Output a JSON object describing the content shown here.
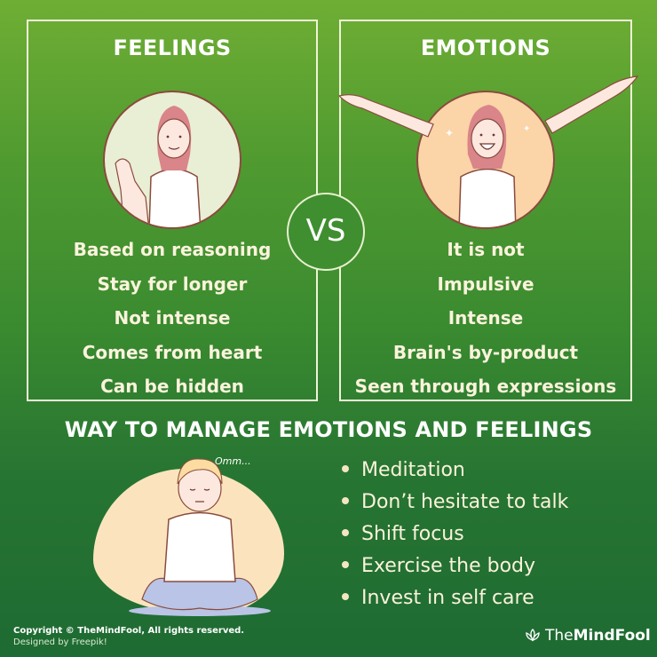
{
  "feelings": {
    "title": "FEELINGS",
    "items": [
      "Based on reasoning",
      "Stay for longer",
      "Not intense",
      "Comes from heart",
      "Can be hidden"
    ]
  },
  "vs_label": "VS",
  "emotions": {
    "title": "EMOTIONS",
    "items": [
      "It is not",
      "Impulsive",
      "Intense",
      "Brain's by-product",
      "Seen through expressions"
    ]
  },
  "manage": {
    "title": "WAY TO MANAGE EMOTIONS AND FEELINGS",
    "bubble": "Omm...",
    "tips": [
      "Meditation",
      "Don’t hesitate to talk",
      "Shift focus",
      "Exercise the body",
      "Invest in self care"
    ]
  },
  "footer": {
    "copyright": "Copyright © TheMindFool, All rights reserved.",
    "designed_by": "Designed by Freepik!",
    "brand_prefix": "The",
    "brand_bold": "MindFool"
  },
  "colors": {
    "bg_top": "#6fae34",
    "bg_bottom": "#1e6b33",
    "text_cream": "#fbf3dc",
    "feelings_circle": "#e9efd4",
    "emotions_circle": "#fbd4a8",
    "hair": "#d9858a"
  }
}
